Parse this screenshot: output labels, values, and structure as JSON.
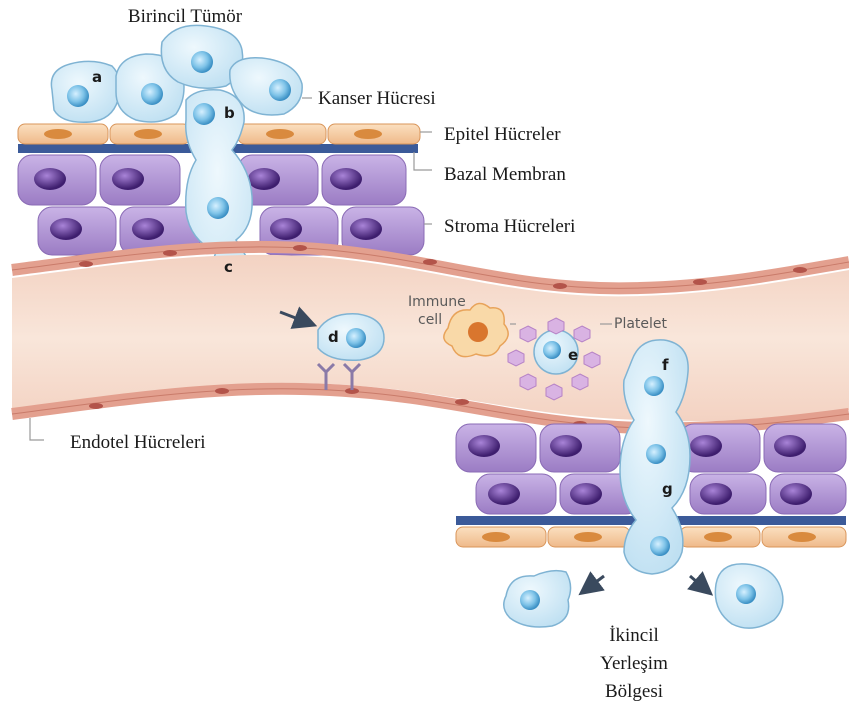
{
  "labels": {
    "primary_tumor": "Birincil Tümör",
    "cancer_cell": "Kanser Hücresi",
    "epithelial_cells": "Epitel Hücreler",
    "basement_membrane": "Bazal Membran",
    "stromal_cells": "Stroma Hücreleri",
    "endothelial_cells": "Endotel Hücreleri",
    "immune_cell_line1": "Immune",
    "immune_cell_line2": "cell",
    "platelet": "Platelet",
    "secondary_site_line1": "İkincil",
    "secondary_site_line2": "Yerleşim",
    "secondary_site_line3": "Bölgesi"
  },
  "step_letters": {
    "a": "a",
    "b": "b",
    "c": "c",
    "d": "d",
    "e": "e",
    "f": "f",
    "g": "g"
  },
  "colors": {
    "cancer_cell_fill": "#cfe9f6",
    "cancer_cell_stroke": "#7fb3d3",
    "nucleus_fill": "#7ec3e8",
    "epithelial_fill": "#f6cfa4",
    "epithelial_nucleus": "#d98a3e",
    "basement_membrane": "#3b5a99",
    "stroma_fill": "#b59ad6",
    "stroma_nucleus": "#5a2f8f",
    "vessel_lumen": "#f6dccd",
    "vessel_wall": "#e9a99a",
    "immune_cell": "#f9d9a8",
    "platelet": "#d9b3e3"
  }
}
